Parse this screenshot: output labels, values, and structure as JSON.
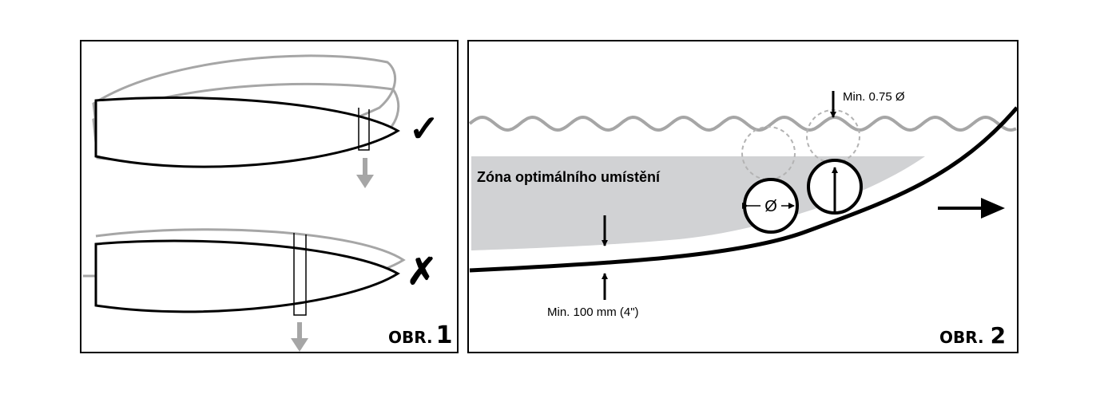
{
  "figure1": {
    "label_prefix": "OBR.",
    "label_number": "1",
    "correct_mark": "✓",
    "wrong_mark": "✗"
  },
  "figure2": {
    "label_prefix": "OBR.",
    "label_number": "2",
    "zone_label": "Zóna optimálního umístění",
    "min_depth_label": "Min. 100 mm (4\")",
    "min_submersion_label": "Min. 0.75 Ø",
    "diameter_symbol": "Ø"
  },
  "colors": {
    "outline": "#000000",
    "ghost": "#a6a6a6",
    "zone_fill": "#d1d2d4",
    "water": "#a6a6a6",
    "dashed": "#b3b3b3"
  }
}
